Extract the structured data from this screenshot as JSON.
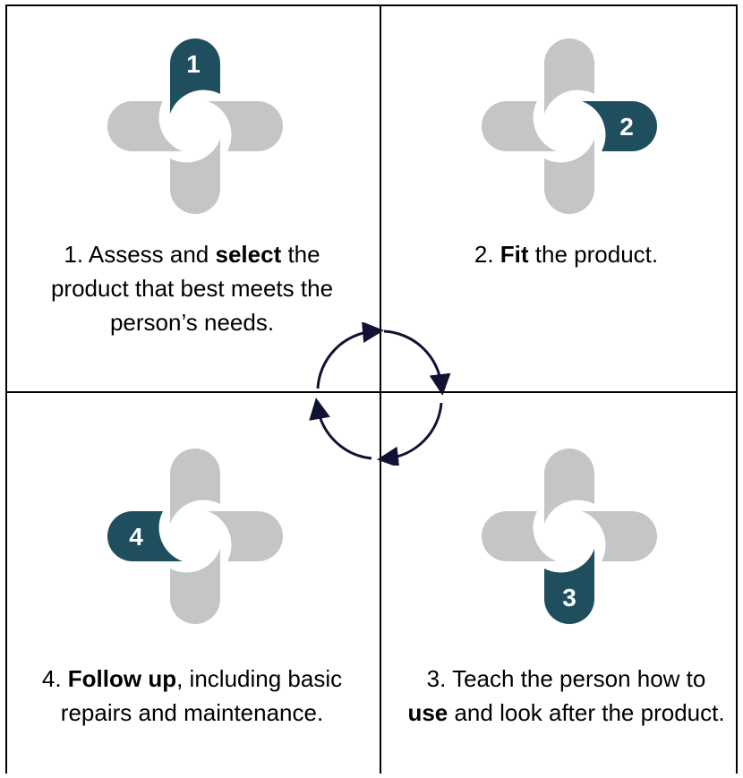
{
  "colors": {
    "highlight": "#1f4e5f",
    "petal": "#c4c5c6",
    "arrow": "#111133",
    "border": "#000000"
  },
  "steps": [
    {
      "number": "1",
      "prefix": "1. Assess and ",
      "bold": "select",
      "suffix": " the",
      "line2": "product that best meets the",
      "line3": "person’s needs."
    },
    {
      "number": "2",
      "prefix": "2. ",
      "bold": "Fit",
      "suffix": " the product."
    },
    {
      "number": "3",
      "line1": "3. Teach the person how to",
      "bold": "use",
      "suffix": " and look after the product."
    },
    {
      "number": "4",
      "prefix": "4. ",
      "bold": "Follow up",
      "suffix": ", including basic",
      "line2": "repairs and maintenance."
    }
  ]
}
